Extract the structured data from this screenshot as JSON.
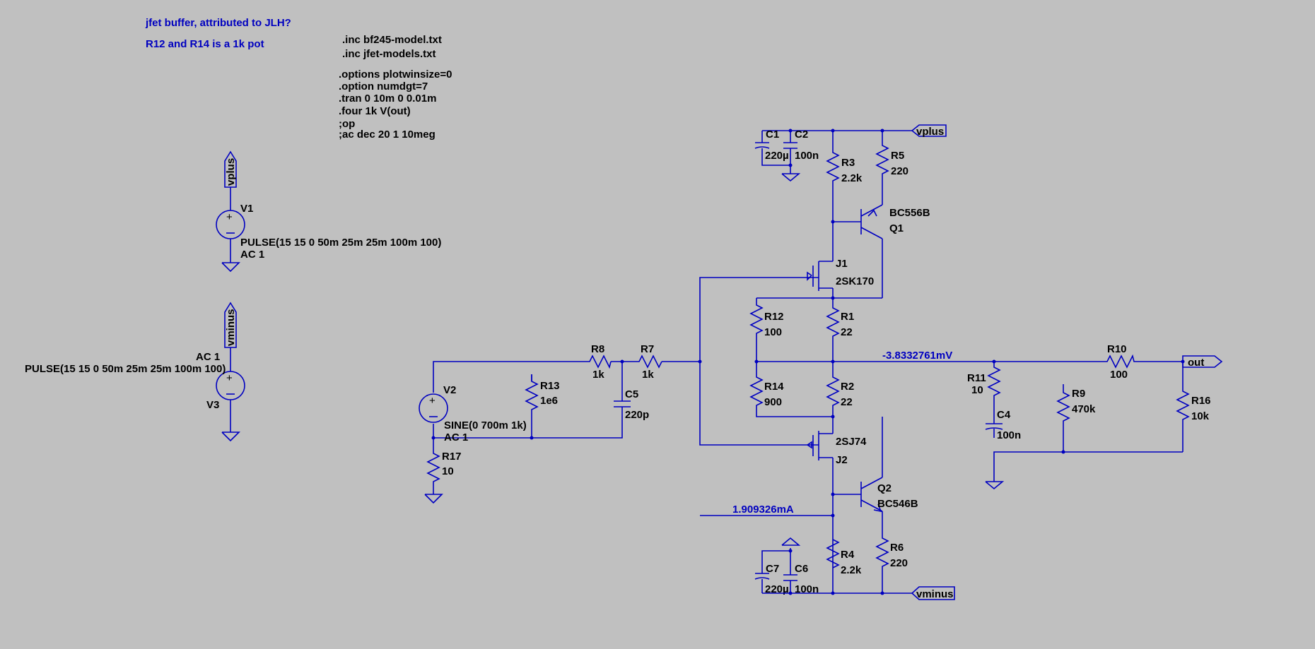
{
  "comments": {
    "title": "jfet buffer, attributed to JLH?",
    "note": "R12 and R14 is a 1k pot"
  },
  "directives": [
    ".inc bf245-model.txt",
    ".inc jfet-models.txt",
    ".options plotwinsize=0",
    ".option numdgt=7",
    ".tran 0 10m 0 0.01m",
    ".four 1k V(out)",
    ";op",
    ";ac dec 20 1 10meg"
  ],
  "net_labels": {
    "vplus_top": "vplus",
    "vplus_v1": "vplus",
    "vminus_v3": "vminus",
    "vminus_bottom": "vminus",
    "out": "out"
  },
  "probes": {
    "voltage": "-3.8332761mV",
    "current": "1.909326mA"
  },
  "components": {
    "V1": {
      "name": "V1",
      "value": "PULSE(15 15 0 50m 25m 25m 100m 100)",
      "ac": "AC 1"
    },
    "V3": {
      "name": "V3",
      "value": "PULSE(15 15 0 50m 25m 25m 100m 100)",
      "ac": "AC 1"
    },
    "V2": {
      "name": "V2",
      "value": "SINE(0 700m 1k)",
      "ac": "AC 1"
    },
    "R17": {
      "name": "R17",
      "value": "10"
    },
    "R13": {
      "name": "R13",
      "value": "1e6"
    },
    "R8": {
      "name": "R8",
      "value": "1k"
    },
    "R7": {
      "name": "R7",
      "value": "1k"
    },
    "C5": {
      "name": "C5",
      "value": "220p"
    },
    "C1": {
      "name": "C1",
      "value": "220µ"
    },
    "C2": {
      "name": "C2",
      "value": "100n"
    },
    "R3": {
      "name": "R3",
      "value": "2.2k"
    },
    "R5": {
      "name": "R5",
      "value": "220"
    },
    "Q1": {
      "name": "Q1",
      "value": "BC556B"
    },
    "J1": {
      "name": "J1",
      "value": "2SK170"
    },
    "R12": {
      "name": "R12",
      "value": "100"
    },
    "R1": {
      "name": "R1",
      "value": "22"
    },
    "R14": {
      "name": "R14",
      "value": "900"
    },
    "R2": {
      "name": "R2",
      "value": "22"
    },
    "J2": {
      "name": "J2",
      "value": "2SJ74"
    },
    "Q2": {
      "name": "Q2",
      "value": "BC546B"
    },
    "R4": {
      "name": "R4",
      "value": "2.2k"
    },
    "R6": {
      "name": "R6",
      "value": "220"
    },
    "C7": {
      "name": "C7",
      "value": "220µ"
    },
    "C6": {
      "name": "C6",
      "value": "100n"
    },
    "R11": {
      "name": "R11",
      "value": "10"
    },
    "C4": {
      "name": "C4",
      "value": "100n"
    },
    "R9": {
      "name": "R9",
      "value": "470k"
    },
    "R10": {
      "name": "R10",
      "value": "100"
    },
    "R16": {
      "name": "R16",
      "value": "10k"
    }
  },
  "colors": {
    "background": "#c0c0c0",
    "wire": "#0000c0",
    "text": "#000000",
    "comment": "#0000c0"
  }
}
